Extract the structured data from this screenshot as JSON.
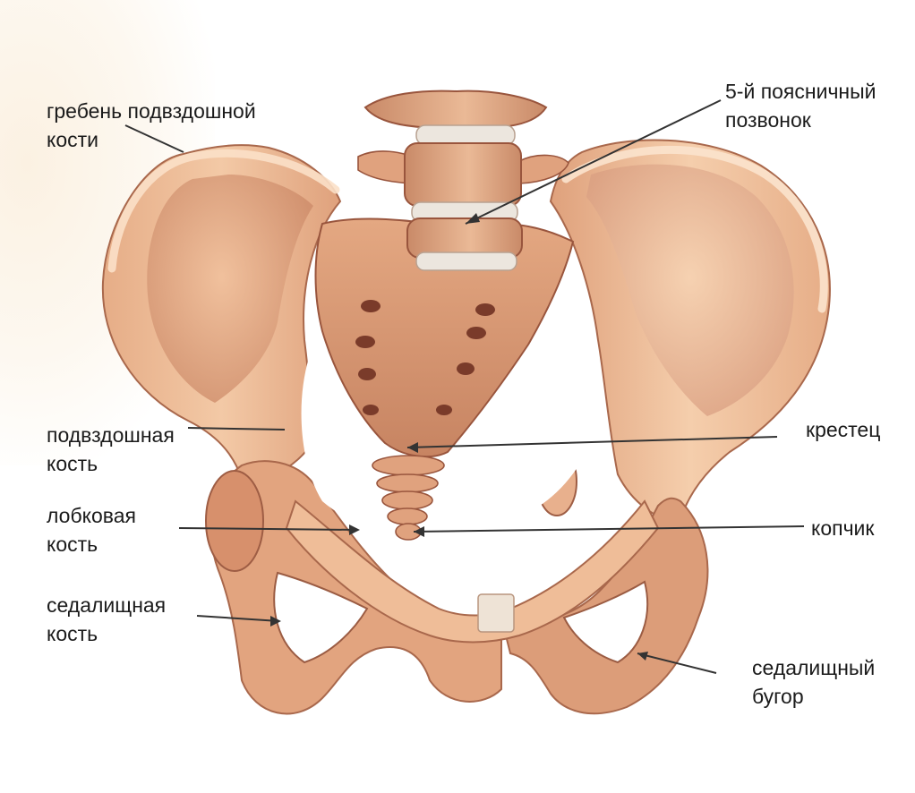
{
  "labels": {
    "iliac_crest": [
      "гребень подвздошной",
      "кости"
    ],
    "l5_vertebra": [
      "5-й поясничный",
      "позвонок"
    ],
    "ilium": [
      "подвздошная",
      "кость"
    ],
    "sacrum": [
      "крестец"
    ],
    "pubis": [
      "лобковая",
      "кость"
    ],
    "coccyx": [
      "копчик"
    ],
    "ischium": [
      "седалищная",
      "кость"
    ],
    "ischial_tuberosity": [
      "седалищный",
      "бугор"
    ]
  },
  "colors": {
    "bone_light": "#f3c9a6",
    "bone_mid": "#e3a880",
    "bone_dark": "#b67458",
    "shadow": "#8e4f3b",
    "disc": "#e9e4dc",
    "pointer_line": "#333333",
    "text": "#1b1b1b"
  }
}
